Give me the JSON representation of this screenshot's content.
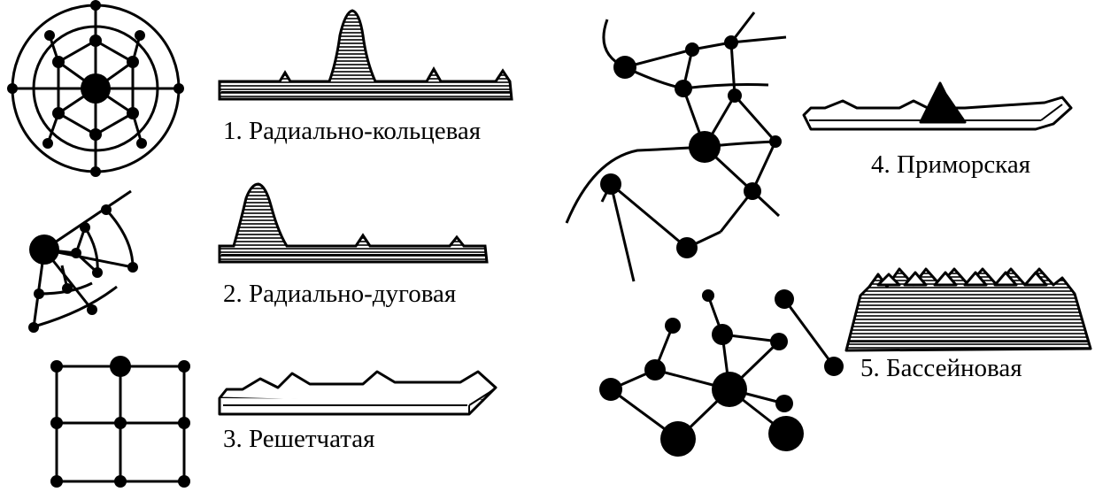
{
  "labels": {
    "radial_ring": "1. Радиально-кольцевая",
    "radial_arc": "2. Радиально-дуговая",
    "grid": "3. Решетчатая",
    "coastal": "4. Приморская",
    "basin": "5. Бассейновая"
  },
  "colors": {
    "ink": "#000000",
    "paper": "#ffffff"
  }
}
